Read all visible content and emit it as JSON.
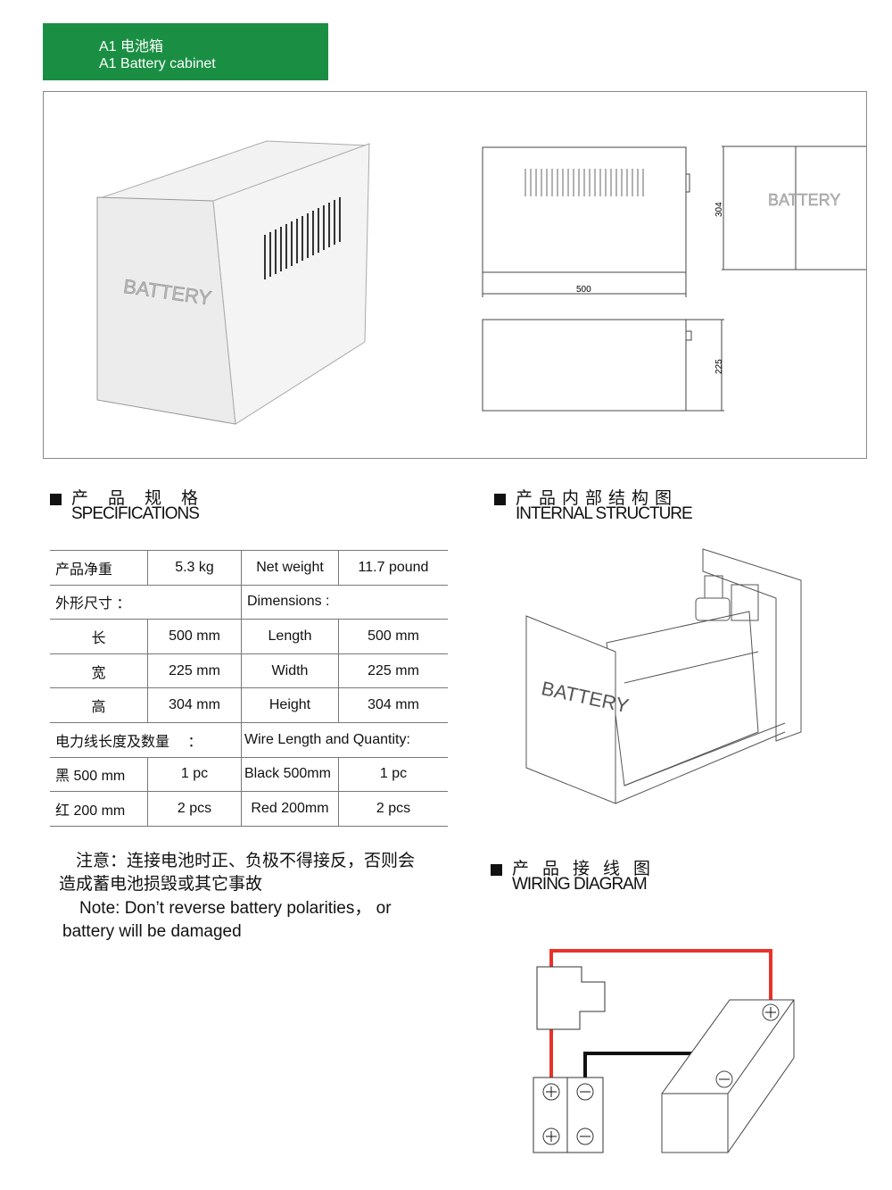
{
  "header": {
    "title_cn": "A1  电池箱",
    "title_en": "A1  Battery  cabinet"
  },
  "drawings": {
    "label": "BATTERY",
    "dim_length": "500",
    "dim_height": "304",
    "dim_width": "225"
  },
  "specifications": {
    "title_cn": "产品规格",
    "title_en": "SPECIFICATIONS",
    "rows": [
      {
        "c1": "产品净重",
        "c2": "5.3 kg",
        "c3": "Net weight",
        "c4": "11.7 pound"
      },
      {
        "c1": "外形尺寸  ：",
        "c3": "Dimensions :"
      },
      {
        "c1": "长",
        "c2": "500 mm",
        "c3": "Length",
        "c4": "500 mm"
      },
      {
        "c1": "宽",
        "c2": "225 mm",
        "c3": "Width",
        "c4": "225 mm"
      },
      {
        "c1": "高",
        "c2": "304 mm",
        "c3": "Height",
        "c4": "304 mm"
      },
      {
        "c1": "电力线长度及数量　 ：",
        "c3": "Wire Length and Quantity:"
      },
      {
        "c1": "黑  500 mm",
        "c2": "1 pc",
        "c3": "Black 500mm",
        "c4": "1 pc"
      },
      {
        "c1": "红  200 mm",
        "c2": "2 pcs",
        "c3": "Red 200mm",
        "c4": "2 pcs"
      }
    ]
  },
  "note": {
    "cn_line1": "　注意：连接电池时正、负极不得接反，否则会",
    "cn_line2": "造成蓄电池损毁或其它事故",
    "en_line1": "　Note: Don’t reverse battery polarities， or",
    "en_line2": "battery will be damaged"
  },
  "internal": {
    "title_cn": "产品内部结构图",
    "title_en": "INTERNAL STRUCTURE",
    "label": "BATTERY"
  },
  "wiring": {
    "title_cn": "产品接线图",
    "title_en": "WIRING DIAGRAM",
    "wire_colors": {
      "positive": "#e8322c",
      "negative": "#111111"
    }
  },
  "colors": {
    "banner": "#1a8f43"
  }
}
